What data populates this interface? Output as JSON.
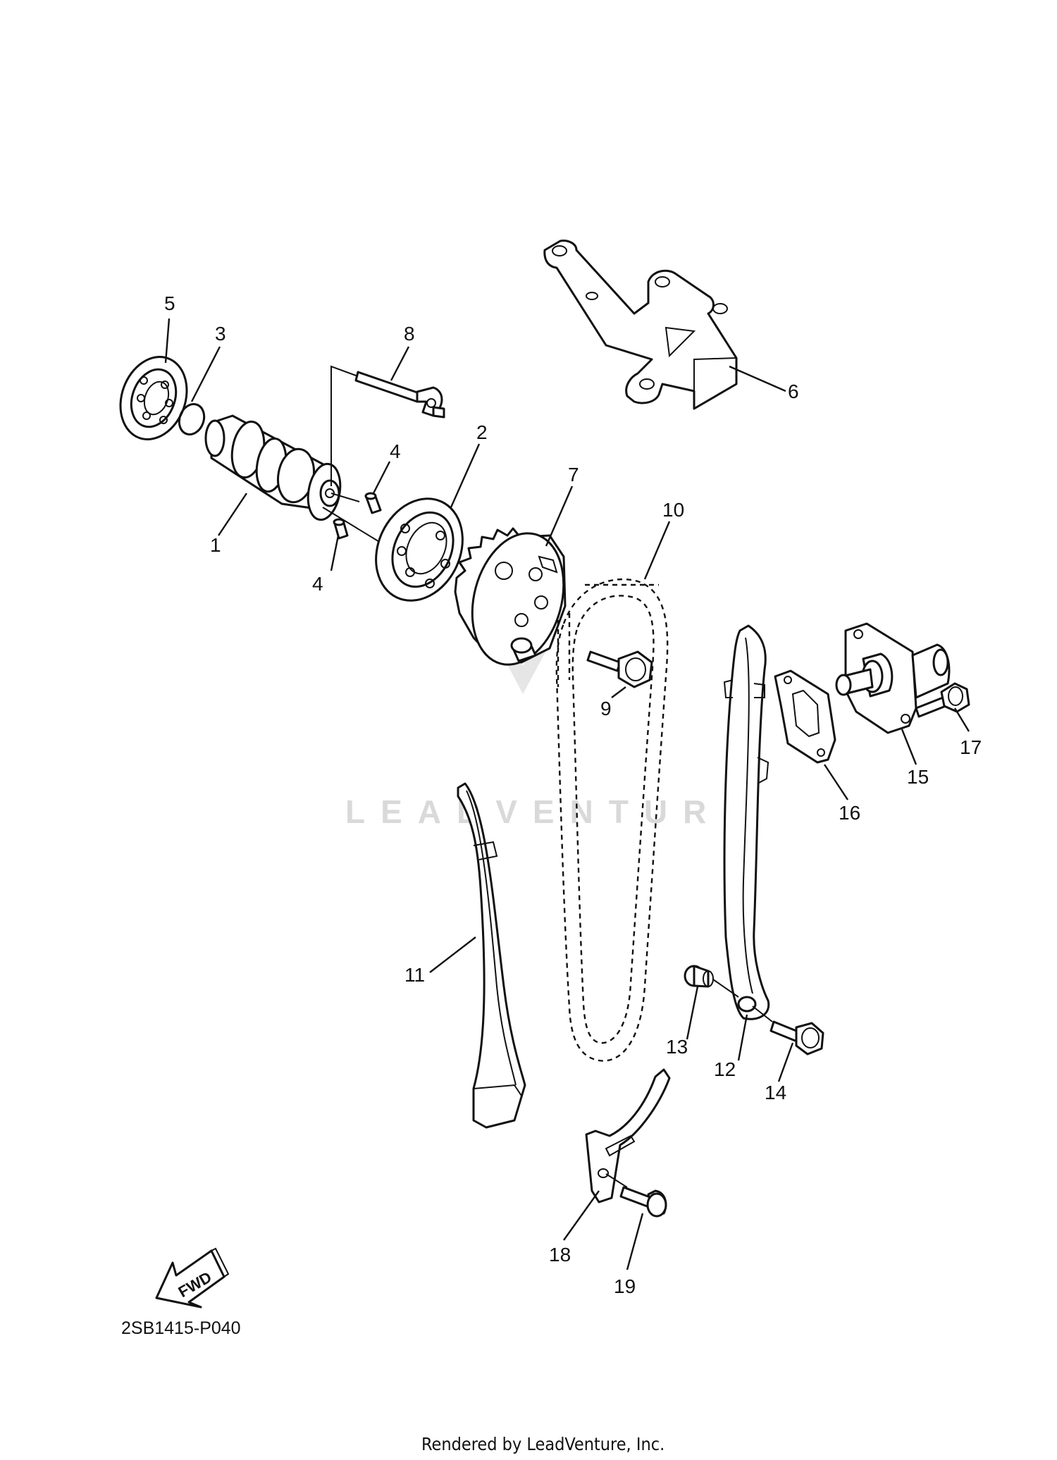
{
  "callouts": {
    "c1": "1",
    "c2": "2",
    "c3": "3",
    "c4a": "4",
    "c4b": "4",
    "c5": "5",
    "c6": "6",
    "c7": "7",
    "c8": "8",
    "c9": "9",
    "c10": "10",
    "c11": "11",
    "c12": "12",
    "c13": "13",
    "c14": "14",
    "c15": "15",
    "c16": "16",
    "c17": "17",
    "c18": "18",
    "c19": "19"
  },
  "watermark": "LEADVENTURE",
  "fwd_label": "FWD",
  "diagram_code": "2SB1415-P040",
  "footer": "Rendered by LeadVenture, Inc."
}
